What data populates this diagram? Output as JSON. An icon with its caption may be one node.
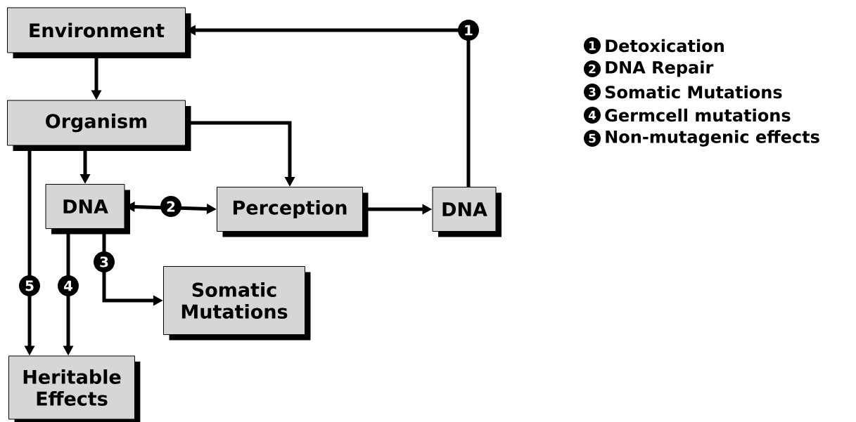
{
  "diagram": {
    "nodes": [
      {
        "text": [
          "Environment"
        ]
      },
      {
        "text": [
          "Organism"
        ]
      },
      {
        "text": [
          "DNA"
        ]
      },
      {
        "text": [
          "Perception"
        ]
      },
      {
        "text": [
          "DNA"
        ]
      },
      {
        "text": [
          "Somatic Mutations"
        ]
      },
      {
        "text": [
          "Heritable Effects"
        ]
      }
    ],
    "edges": [
      {
        "from": 0,
        "to": 1,
        "arrow": "to"
      },
      {
        "from": 1,
        "to": 2,
        "arrow": "to"
      },
      {
        "from": 1,
        "to": 3,
        "arrow": "to"
      },
      {
        "from": 2,
        "to": 3,
        "arrow": "both",
        "label": "2"
      },
      {
        "from": 3,
        "to": 4,
        "arrow": "to"
      },
      {
        "from": 4,
        "to": 0,
        "arrow": "to",
        "label": "1"
      },
      {
        "from": 2,
        "to": 5,
        "arrow": "to",
        "label": "3"
      },
      {
        "from": 2,
        "to": 6,
        "arrow": "to",
        "label": "4"
      },
      {
        "from": 1,
        "to": 6,
        "arrow": "to",
        "label": "5"
      }
    ],
    "labels": [
      "1",
      "2",
      "3",
      "4",
      "5"
    ],
    "legend": [
      {
        "text": "Detoxication"
      },
      {
        "text": "DNA Repair"
      },
      {
        "text": "Somatic Mutations"
      },
      {
        "text": "Germcell  mutations"
      },
      {
        "text": "Non-mutagenic effects"
      }
    ]
  }
}
